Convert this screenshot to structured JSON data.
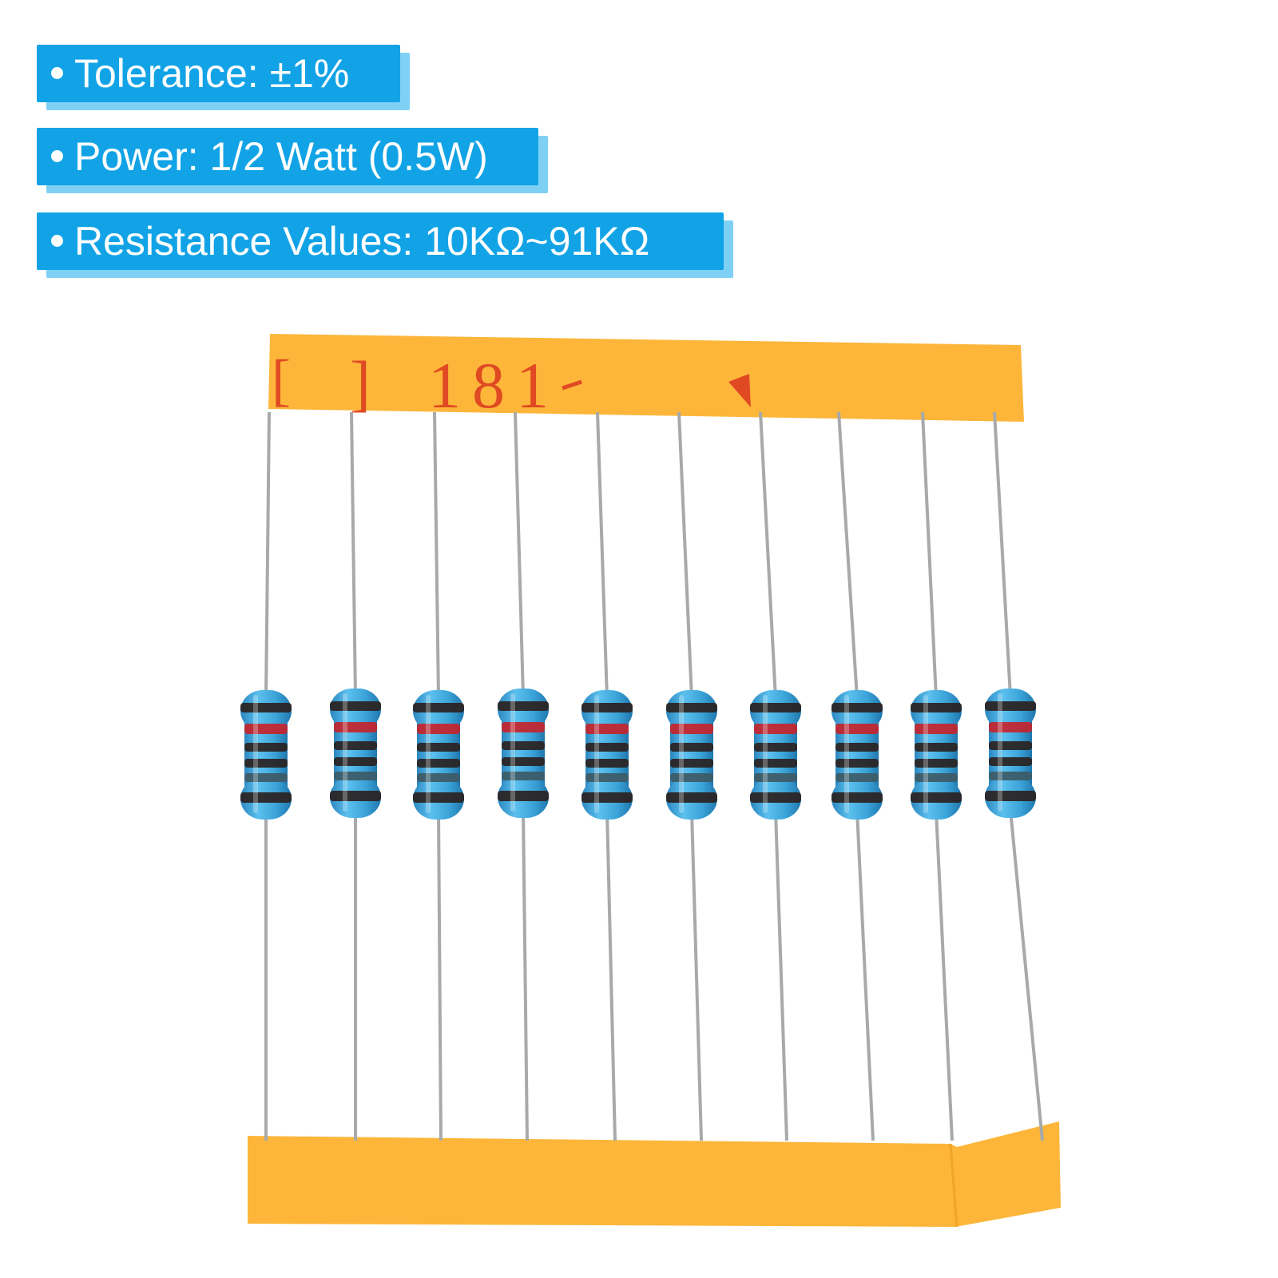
{
  "specs": [
    {
      "text": "Tolerance: ±1%"
    },
    {
      "text": "Power: 1/2 Watt (0.5W)"
    },
    {
      "text": "Resistance Values: 10KΩ~91KΩ"
    }
  ],
  "tape_marking": "181",
  "colors": {
    "label_blue": "#12a3e6",
    "label_shadow": "#7fd0f5",
    "tape_yellow": "#fdb63a",
    "tape_ink": "#e04a23",
    "resistor_body": "#3ba3d8",
    "band_black": "#2a2220",
    "band_red": "#c4242d",
    "lead_wire": "#a7a9ab"
  },
  "resistor_count": 10
}
